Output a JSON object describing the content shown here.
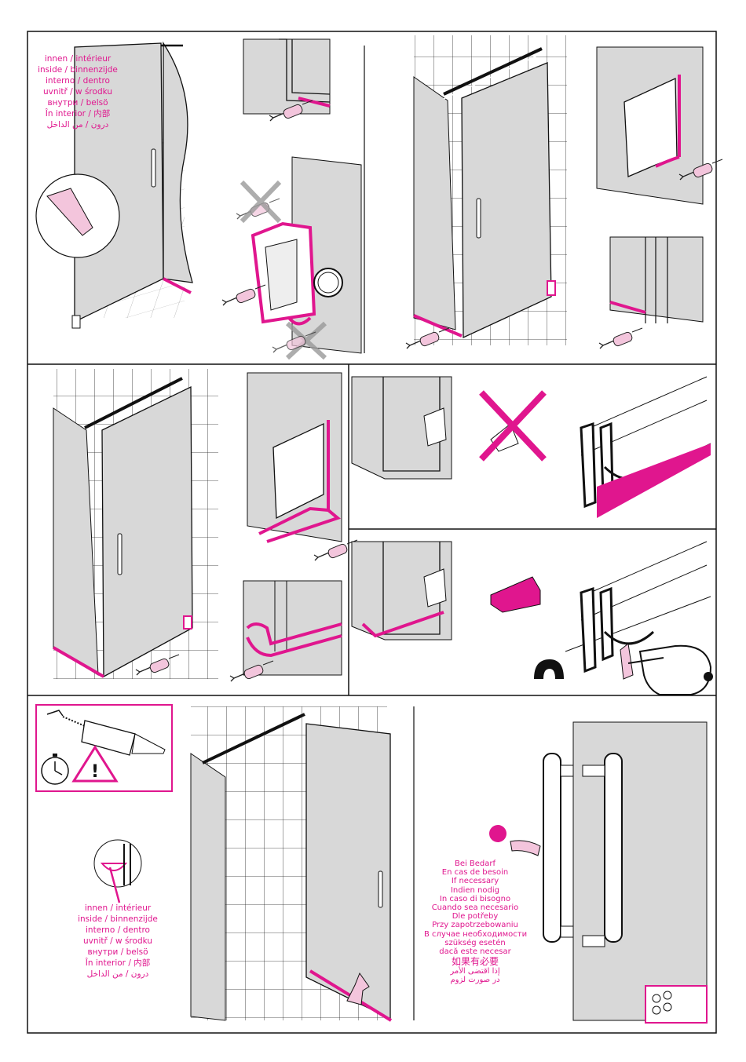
{
  "colors": {
    "accent": "#e0168e",
    "line": "#111111",
    "glass": "#d8d8d8",
    "tile": "#ffffff"
  },
  "inside_labels": [
    "innen / intérieur",
    "inside / binnenzijde",
    "interno / dentro",
    "uvnitř / w środku",
    "внутри / belsö",
    "În interior / 内部",
    "درون / من الداخل"
  ],
  "if_necessary_labels": [
    "Bei Bedarf",
    "En cas de besoin",
    "If necessary",
    "Indien nodig",
    "In caso di bisogno",
    "Cuando sea necesario",
    "Dle potřeby",
    "Przy zapotrzebowaniu",
    "В случае необходимости",
    "szükség esetén",
    "dacă este necesar",
    "如果有必要",
    "إذا اقتضى الأمر",
    "در صورت لزوم"
  ],
  "icons": [
    "silicone-gun-icon",
    "stopwatch-icon",
    "warning-triangle-icon",
    "screw-icon",
    "arrow-icon",
    "finger-icon",
    "cross-icon",
    "magnifier-circle-icon",
    "bumper-pads-icon"
  ]
}
